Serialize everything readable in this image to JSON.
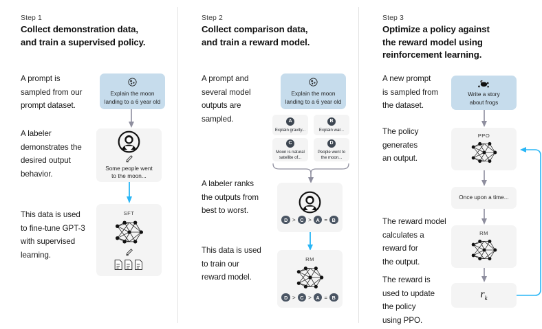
{
  "figure": {
    "title": "InstructGPT / RLHF three-step training diagram",
    "colors": {
      "prompt_box": "#c6dcec",
      "model_box": "#f4f4f4",
      "arrow_gray": "#8e8e9e",
      "arrow_blue": "#29b6f6",
      "badge": "#4a5563",
      "divider": "#e2e2e2",
      "text": "#1a1a1a"
    }
  },
  "columns": [
    {
      "step_label": "Step 1",
      "title": "Collect demonstration data,\nand train a supervised policy.",
      "paragraphs": [
        "A prompt is\nsampled from our\nprompt dataset.",
        "A labeler\ndemonstrates the\ndesired output\nbehavior.",
        "This data is used\nto fine-tune GPT-3\nwith supervised\nlearning."
      ],
      "nodes": {
        "prompt": {
          "text": "Explain the moon\nlanding to a 6 year old",
          "icon": "moon-icon"
        },
        "labeler": {
          "text": "Some people went\nto the moon...",
          "icon": "labeler-person-icon",
          "pencil": "pencil-icon"
        },
        "model": {
          "caption": "SFT",
          "icon": "neural-network-icon",
          "pencil": "pencil-icon",
          "docs": "documents-icon"
        }
      }
    },
    {
      "step_label": "Step 2",
      "title": "Collect comparison data,\nand train a reward model.",
      "paragraphs": [
        "A prompt and\nseveral model\noutputs are\nsampled.",
        "A labeler ranks\nthe outputs from\nbest to worst.",
        "This data is used\nto train our\nreward model."
      ],
      "nodes": {
        "prompt": {
          "text": "Explain the moon\nlanding to a 6 year old",
          "icon": "moon-icon"
        },
        "options": [
          {
            "letter": "A",
            "text": "Explain gravity..."
          },
          {
            "letter": "B",
            "text": "Explain war..."
          },
          {
            "letter": "C",
            "text": "Moon is natural\nsatellite of..."
          },
          {
            "letter": "D",
            "text": "People went to\nthe moon..."
          }
        ],
        "labeler": {
          "icon": "labeler-person-icon",
          "ranking": [
            "D",
            ">",
            "C",
            ">",
            "A",
            "=",
            "B"
          ]
        },
        "reward_model": {
          "caption": "RM",
          "icon": "neural-network-icon",
          "ranking": [
            "D",
            ">",
            "C",
            ">",
            "A",
            "=",
            "B"
          ]
        }
      }
    },
    {
      "step_label": "Step 3",
      "title": "Optimize a policy against\nthe reward model using\nreinforcement learning.",
      "paragraphs": [
        "A new prompt\nis sampled from\nthe dataset.",
        "The policy\ngenerates\nan output.",
        "The reward model\ncalculates a\nreward for\nthe output.",
        "The reward is\nused to update\nthe policy\nusing PPO."
      ],
      "nodes": {
        "prompt": {
          "text": "Write a story\nabout frogs",
          "icon": "frog-icon"
        },
        "policy": {
          "caption": "PPO",
          "icon": "neural-network-icon"
        },
        "output": {
          "text": "Once upon a time..."
        },
        "reward_model": {
          "caption": "RM",
          "icon": "neural-network-icon"
        },
        "reward": {
          "symbol": "r",
          "subscript": "k"
        }
      }
    }
  ]
}
